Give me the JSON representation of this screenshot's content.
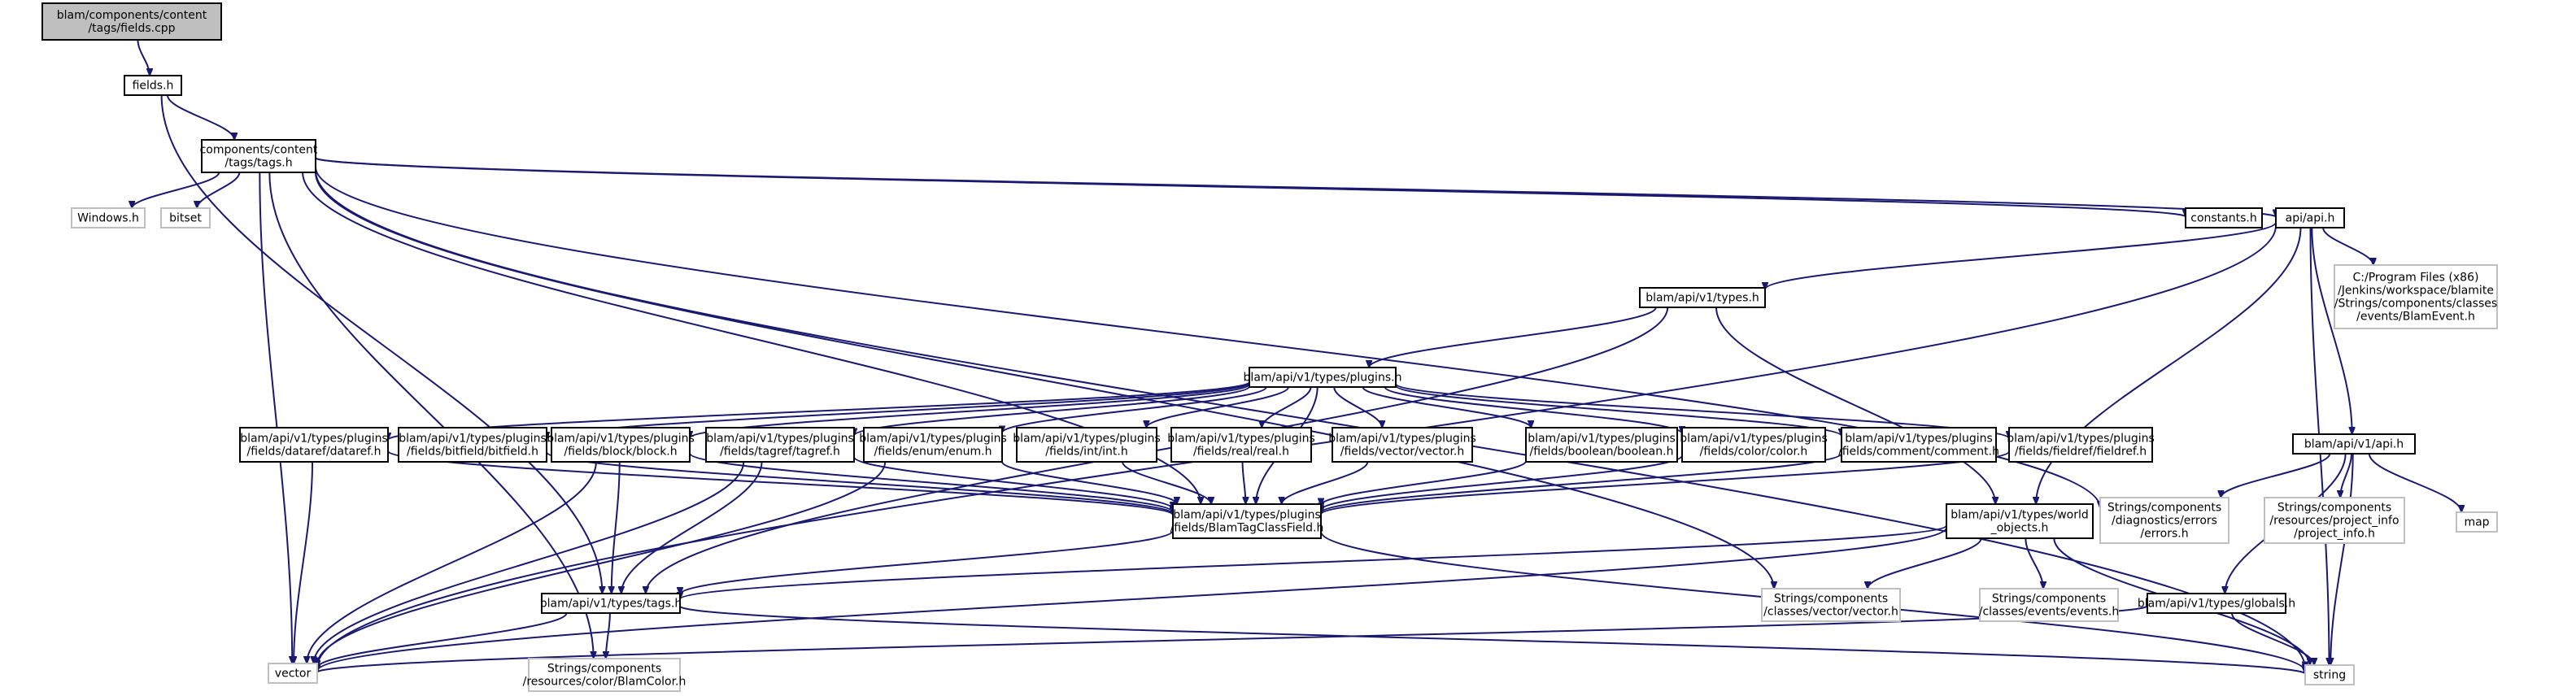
{
  "nodes": [
    {
      "id": "fields_cpp",
      "lines": [
        "blam/components/content",
        "/tags/fields.cpp"
      ],
      "kind": "root"
    },
    {
      "id": "fields_h",
      "lines": [
        "fields.h"
      ],
      "kind": "doc"
    },
    {
      "id": "tags_h",
      "lines": [
        "components/content",
        "/tags/tags.h"
      ],
      "kind": "doc"
    },
    {
      "id": "windows_h",
      "lines": [
        "Windows.h"
      ],
      "kind": "ext"
    },
    {
      "id": "bitset",
      "lines": [
        "bitset"
      ],
      "kind": "ext"
    },
    {
      "id": "constants_h",
      "lines": [
        "constants.h"
      ],
      "kind": "doc"
    },
    {
      "id": "api_h",
      "lines": [
        "api/api.h"
      ],
      "kind": "doc"
    },
    {
      "id": "blam_event_h",
      "lines": [
        "C:/Program Files (x86)",
        "/Jenkins/workspace/blamite",
        "/Strings/components/classes",
        "/events/BlamEvent.h"
      ],
      "kind": "ext"
    },
    {
      "id": "types_h",
      "lines": [
        "blam/api/v1/types.h"
      ],
      "kind": "doc"
    },
    {
      "id": "plugins_h",
      "lines": [
        "blam/api/v1/types/plugins.h"
      ],
      "kind": "doc"
    },
    {
      "id": "v1_api_h",
      "lines": [
        "blam/api/v1/api.h"
      ],
      "kind": "doc"
    },
    {
      "id": "dataref_h",
      "lines": [
        "blam/api/v1/types/plugins",
        "/fields/dataref/dataref.h"
      ],
      "kind": "doc"
    },
    {
      "id": "bitfield_h",
      "lines": [
        "blam/api/v1/types/plugins",
        "/fields/bitfield/bitfield.h"
      ],
      "kind": "doc"
    },
    {
      "id": "block_h",
      "lines": [
        "blam/api/v1/types/plugins",
        "/fields/block/block.h"
      ],
      "kind": "doc"
    },
    {
      "id": "tagref_h",
      "lines": [
        "blam/api/v1/types/plugins",
        "/fields/tagref/tagref.h"
      ],
      "kind": "doc"
    },
    {
      "id": "enum_h",
      "lines": [
        "blam/api/v1/types/plugins",
        "/fields/enum/enum.h"
      ],
      "kind": "doc"
    },
    {
      "id": "int_h",
      "lines": [
        "blam/api/v1/types/plugins",
        "/fields/int/int.h"
      ],
      "kind": "doc"
    },
    {
      "id": "real_h",
      "lines": [
        "blam/api/v1/types/plugins",
        "/fields/real/real.h"
      ],
      "kind": "doc"
    },
    {
      "id": "vector_h",
      "lines": [
        "blam/api/v1/types/plugins",
        "/fields/vector/vector.h"
      ],
      "kind": "doc"
    },
    {
      "id": "boolean_h",
      "lines": [
        "blam/api/v1/types/plugins",
        "/fields/boolean/boolean.h"
      ],
      "kind": "doc"
    },
    {
      "id": "color_h",
      "lines": [
        "blam/api/v1/types/plugins",
        "/fields/color/color.h"
      ],
      "kind": "doc"
    },
    {
      "id": "comment_h",
      "lines": [
        "blam/api/v1/types/plugins",
        "/fields/comment/comment.h"
      ],
      "kind": "doc"
    },
    {
      "id": "fieldref_h",
      "lines": [
        "blam/api/v1/types/plugins",
        "/fields/fieldref/fieldref.h"
      ],
      "kind": "doc"
    },
    {
      "id": "errors_h",
      "lines": [
        "Strings/components",
        "/diagnostics/errors",
        "/errors.h"
      ],
      "kind": "ext"
    },
    {
      "id": "project_info_h",
      "lines": [
        "Strings/components",
        "/resources/project_info",
        "/project_info.h"
      ],
      "kind": "ext"
    },
    {
      "id": "map",
      "lines": [
        "map"
      ],
      "kind": "ext"
    },
    {
      "id": "class_field_h",
      "lines": [
        "blam/api/v1/types/plugins",
        "/fields/BlamTagClassField.h"
      ],
      "kind": "doc"
    },
    {
      "id": "world_objects_h",
      "lines": [
        "blam/api/v1/types/world",
        "_objects.h"
      ],
      "kind": "doc"
    },
    {
      "id": "v1_tags_h",
      "lines": [
        "blam/api/v1/types/tags.h"
      ],
      "kind": "doc"
    },
    {
      "id": "vec_classes_h",
      "lines": [
        "Strings/components",
        "/classes/vector/vector.h"
      ],
      "kind": "ext"
    },
    {
      "id": "events_h",
      "lines": [
        "Strings/components",
        "/classes/events/events.h"
      ],
      "kind": "ext"
    },
    {
      "id": "globals_h",
      "lines": [
        "blam/api/v1/types/globals.h"
      ],
      "kind": "doc"
    },
    {
      "id": "vector",
      "lines": [
        "vector"
      ],
      "kind": "ext"
    },
    {
      "id": "blam_color_h",
      "lines": [
        "Strings/components",
        "/resources/color/BlamColor.h"
      ],
      "kind": "ext"
    },
    {
      "id": "string",
      "lines": [
        "string"
      ],
      "kind": "ext"
    }
  ],
  "edges": [
    [
      "fields_cpp",
      "fields_h"
    ],
    [
      "fields_h",
      "tags_h"
    ],
    [
      "fields_h",
      "v1_tags_h"
    ],
    [
      "tags_h",
      "windows_h"
    ],
    [
      "tags_h",
      "bitset"
    ],
    [
      "tags_h",
      "constants_h"
    ],
    [
      "tags_h",
      "api_h"
    ],
    [
      "tags_h",
      "vector"
    ],
    [
      "tags_h",
      "string"
    ],
    [
      "tags_h",
      "blam_color_h"
    ],
    [
      "tags_h",
      "class_field_h"
    ],
    [
      "tags_h",
      "vec_classes_h"
    ],
    [
      "tags_h",
      "errors_h"
    ],
    [
      "api_h",
      "types_h"
    ],
    [
      "api_h",
      "blam_event_h"
    ],
    [
      "api_h",
      "v1_api_h"
    ],
    [
      "api_h",
      "world_objects_h"
    ],
    [
      "api_h",
      "string"
    ],
    [
      "api_h",
      "vector"
    ],
    [
      "types_h",
      "plugins_h"
    ],
    [
      "types_h",
      "world_objects_h"
    ],
    [
      "types_h",
      "v1_tags_h"
    ],
    [
      "plugins_h",
      "dataref_h"
    ],
    [
      "plugins_h",
      "bitfield_h"
    ],
    [
      "plugins_h",
      "block_h"
    ],
    [
      "plugins_h",
      "tagref_h"
    ],
    [
      "plugins_h",
      "enum_h"
    ],
    [
      "plugins_h",
      "int_h"
    ],
    [
      "plugins_h",
      "real_h"
    ],
    [
      "plugins_h",
      "vector_h"
    ],
    [
      "plugins_h",
      "boolean_h"
    ],
    [
      "plugins_h",
      "color_h"
    ],
    [
      "plugins_h",
      "comment_h"
    ],
    [
      "plugins_h",
      "fieldref_h"
    ],
    [
      "plugins_h",
      "class_field_h"
    ],
    [
      "dataref_h",
      "class_field_h"
    ],
    [
      "dataref_h",
      "vector"
    ],
    [
      "bitfield_h",
      "class_field_h"
    ],
    [
      "block_h",
      "class_field_h"
    ],
    [
      "block_h",
      "v1_tags_h"
    ],
    [
      "block_h",
      "vector"
    ],
    [
      "tagref_h",
      "class_field_h"
    ],
    [
      "tagref_h",
      "v1_tags_h"
    ],
    [
      "tagref_h",
      "vector"
    ],
    [
      "enum_h",
      "class_field_h"
    ],
    [
      "enum_h",
      "vector"
    ],
    [
      "int_h",
      "class_field_h"
    ],
    [
      "real_h",
      "class_field_h"
    ],
    [
      "vector_h",
      "class_field_h"
    ],
    [
      "boolean_h",
      "class_field_h"
    ],
    [
      "color_h",
      "class_field_h"
    ],
    [
      "comment_h",
      "class_field_h"
    ],
    [
      "fieldref_h",
      "class_field_h"
    ],
    [
      "class_field_h",
      "v1_tags_h"
    ],
    [
      "class_field_h",
      "string"
    ],
    [
      "v1_tags_h",
      "vector"
    ],
    [
      "v1_tags_h",
      "blam_color_h"
    ],
    [
      "v1_tags_h",
      "string"
    ],
    [
      "world_objects_h",
      "v1_tags_h"
    ],
    [
      "world_objects_h",
      "vec_classes_h"
    ],
    [
      "world_objects_h",
      "events_h"
    ],
    [
      "world_objects_h",
      "vector"
    ],
    [
      "world_objects_h",
      "string"
    ],
    [
      "v1_api_h",
      "globals_h"
    ],
    [
      "v1_api_h",
      "errors_h"
    ],
    [
      "v1_api_h",
      "project_info_h"
    ],
    [
      "v1_api_h",
      "map"
    ],
    [
      "v1_api_h",
      "string"
    ],
    [
      "globals_h",
      "string"
    ],
    [
      "globals_h",
      "vector"
    ]
  ]
}
